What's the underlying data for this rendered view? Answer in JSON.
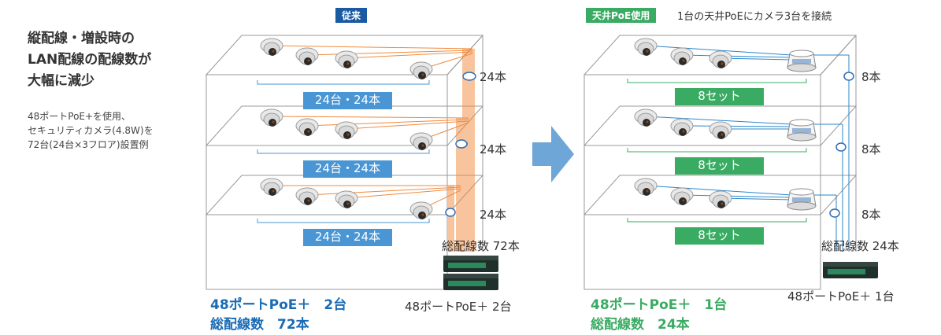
{
  "lead": {
    "title_lines": [
      "縦配線・増設時の",
      "LAN配線の配線数が",
      "大幅に減少"
    ],
    "desc_lines": [
      "48ポートPoE+を使用、",
      "セキュリティカメラ(4.8W)を",
      "72台(24台×3フロア)設置例"
    ]
  },
  "left": {
    "badge": "従来",
    "floor_labels": [
      "24台・24本",
      "24台・24本",
      "24台・24本"
    ],
    "counts": [
      "24本",
      "24本",
      "24本"
    ],
    "total": "総配線数 72本",
    "switch_caption": "48ポートPoE＋ 2台",
    "summary_line1": "48ポートPoE＋　2台",
    "summary_line2": "総配線数　72本"
  },
  "right": {
    "badge": "天井PoE使用",
    "header_text": "1台の天井PoEにカメラ3台を接続",
    "floor_labels": [
      "8セット",
      "8セット",
      "8セット"
    ],
    "counts": [
      "8本",
      "8本",
      "8本"
    ],
    "total": "総配線数 24本",
    "switch_caption": "48ポートPoE＋ 1台",
    "summary_line1": "48ポートPoE＋　1台",
    "summary_line2": "総配線数　24本"
  },
  "colors": {
    "blue_badge": "#1a5aa3",
    "green_badge": "#3aab63",
    "light_blue_label": "#4a95d4",
    "green_label": "#3aab63",
    "orange_wire": "#f08a3c",
    "blue_wire": "#2e86c9",
    "arrow": "#6fa6d8",
    "summary_blue": "#1a6bb5",
    "summary_green": "#3aab63"
  }
}
